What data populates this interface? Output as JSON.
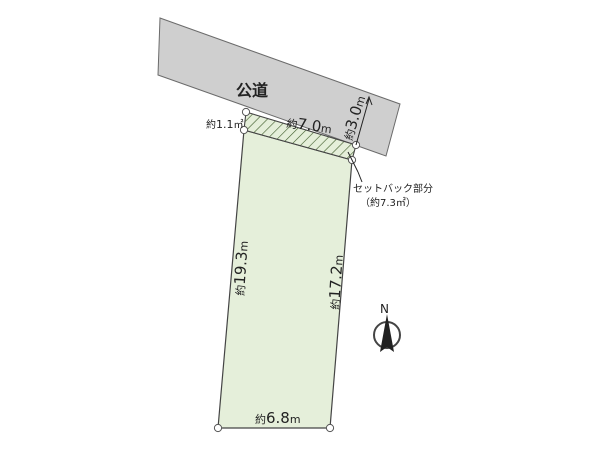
{
  "road": {
    "label": "公道",
    "width_prefix": "約",
    "width_value": "3.0",
    "width_unit": "m"
  },
  "lot": {
    "top_prefix": "約",
    "top_value": "7.0",
    "top_unit": "m",
    "left_prefix": "約",
    "left_value": "19.3",
    "left_unit": "m",
    "right_prefix": "約",
    "right_value": "17.2",
    "right_unit": "m",
    "bottom_prefix": "約",
    "bottom_value": "6.8",
    "bottom_unit": "m"
  },
  "corner_setback": {
    "prefix": "約",
    "value": "1.1",
    "unit": "㎡"
  },
  "setback": {
    "label": "セットバック部分",
    "area": "（約7.3㎡）"
  },
  "north": {
    "label": "N"
  },
  "colors": {
    "road": "#cfcfcf",
    "lot": "#e5efda",
    "setback": "#e5efda",
    "hatch": "#3c5a28",
    "outline": "#444444"
  }
}
